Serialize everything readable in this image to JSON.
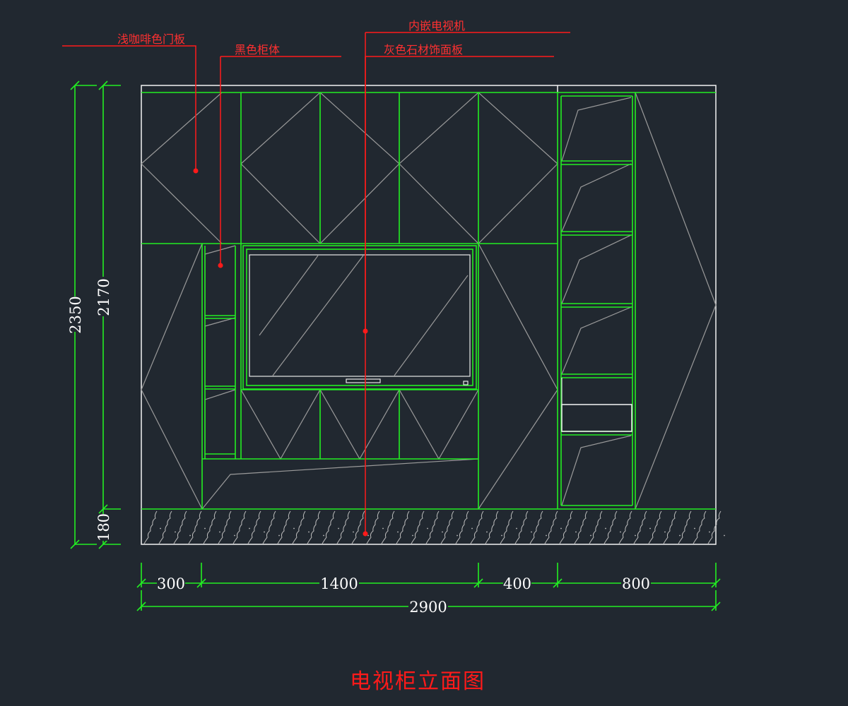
{
  "drawing": {
    "title": "电视柜立面图",
    "colors": {
      "background": "#212830",
      "outline": "#f2f2f2",
      "cabinet": "#22ee22",
      "pattern": "#9a9a9a",
      "dimension": "#22ee22",
      "dimension_text": "#ffffff",
      "annotation": "#ff1a1a"
    },
    "annotations": [
      {
        "label": "浅咖啡色门板"
      },
      {
        "label": "黑色柜体"
      },
      {
        "label": "内嵌电视机"
      },
      {
        "label": "灰色石材饰面板"
      }
    ],
    "dimensions": {
      "vertical": [
        "2350",
        "2170",
        "180"
      ],
      "horizontal": [
        "300",
        "1400",
        "400",
        "800",
        "2900"
      ]
    }
  }
}
